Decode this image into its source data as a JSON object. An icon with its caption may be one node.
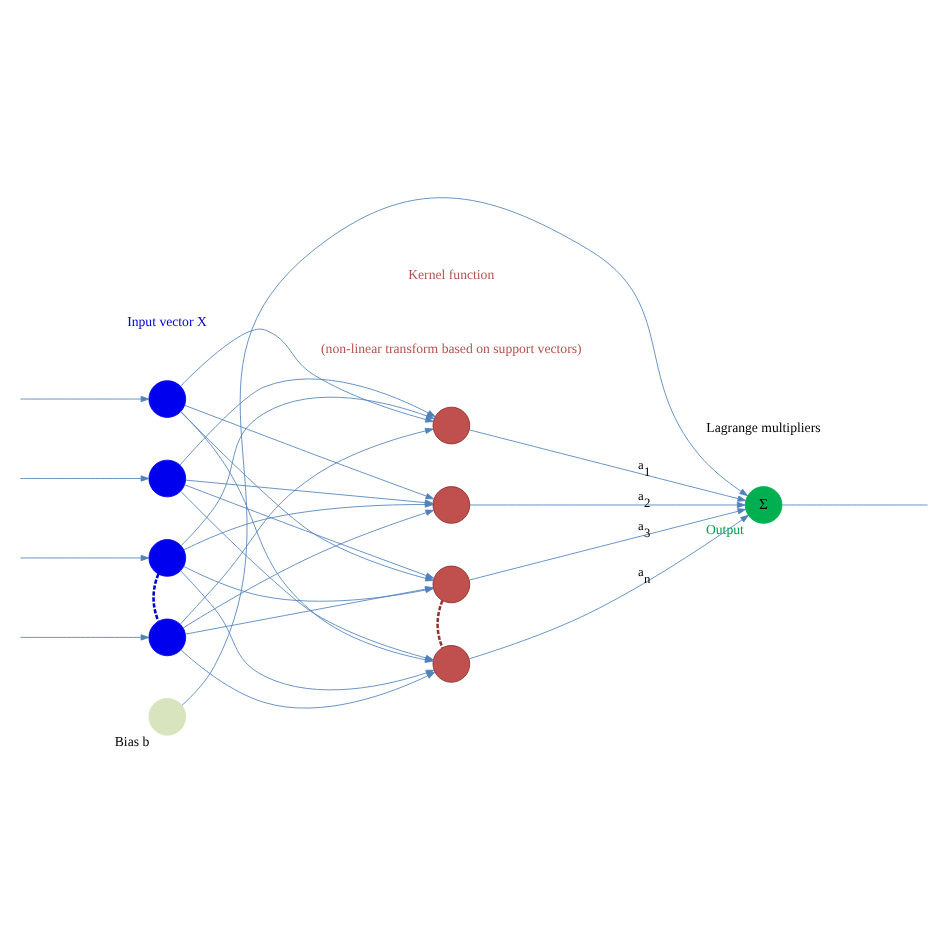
{
  "diagram": {
    "nodes": [
      {
        "text": [],
        "shape": "circle"
      },
      {
        "text": [],
        "shape": "circle"
      },
      {
        "text": [],
        "shape": "circle"
      },
      {
        "text": [],
        "shape": "circle"
      },
      {
        "text": [],
        "shape": "circle"
      },
      {
        "text": [],
        "shape": "circle"
      },
      {
        "text": [],
        "shape": "circle"
      },
      {
        "text": [],
        "shape": "circle"
      },
      {
        "text": [
          "Σ"
        ],
        "beside": [
          "Output"
        ]
      },
      {
        "text": [],
        "shape": "circle",
        "beside": [
          "Bias b"
        ]
      }
    ],
    "edges": [
      {
        "from": null,
        "to": 0,
        "arrow": "to"
      },
      {
        "from": null,
        "to": 1,
        "arrow": "to"
      },
      {
        "from": null,
        "to": 2,
        "arrow": "to"
      },
      {
        "from": null,
        "to": 3,
        "arrow": "to"
      },
      {
        "from": 0,
        "to": 4,
        "arrow": "to"
      },
      {
        "from": 0,
        "to": 5,
        "arrow": "to"
      },
      {
        "from": 0,
        "to": 6,
        "arrow": "to"
      },
      {
        "from": 0,
        "to": 7,
        "arrow": "to"
      },
      {
        "from": 1,
        "to": 4,
        "arrow": "to"
      },
      {
        "from": 1,
        "to": 5,
        "arrow": "to"
      },
      {
        "from": 1,
        "to": 6,
        "arrow": "to"
      },
      {
        "from": 1,
        "to": 7,
        "arrow": "to"
      },
      {
        "from": 2,
        "to": 4,
        "arrow": "to"
      },
      {
        "from": 2,
        "to": 5,
        "arrow": "to"
      },
      {
        "from": 2,
        "to": 6,
        "arrow": "to"
      },
      {
        "from": 2,
        "to": 7,
        "arrow": "to"
      },
      {
        "from": 3,
        "to": 4,
        "arrow": "to"
      },
      {
        "from": 3,
        "to": 5,
        "arrow": "to"
      },
      {
        "from": 3,
        "to": 6,
        "arrow": "to"
      },
      {
        "from": 3,
        "to": 7,
        "arrow": "to"
      },
      {
        "from": 4,
        "to": 8,
        "arrow": "to",
        "label": "a$_{1}$"
      },
      {
        "from": 5,
        "to": 8,
        "arrow": "to",
        "label": "a$_{2}$"
      },
      {
        "from": 6,
        "to": 8,
        "arrow": "to",
        "label": "a$_{3}$"
      },
      {
        "from": 7,
        "to": 8,
        "arrow": "to",
        "label": "a$_{n}$"
      },
      {
        "from": 9,
        "to": 8,
        "arrow": "to"
      },
      {
        "from": 8,
        "to": null,
        "arrow": "none"
      },
      {
        "from": 2,
        "to": 3,
        "arrow": "none",
        "style": "dashed",
        "color": "#0000cc"
      },
      {
        "from": 6,
        "to": 7,
        "arrow": "none",
        "style": "dashed",
        "color": "#993333"
      }
    ],
    "labels": [
      "Kernel function",
      "(non-linear transform based on support vectors)",
      "Input vector X",
      "Lagrange multipliers"
    ]
  }
}
